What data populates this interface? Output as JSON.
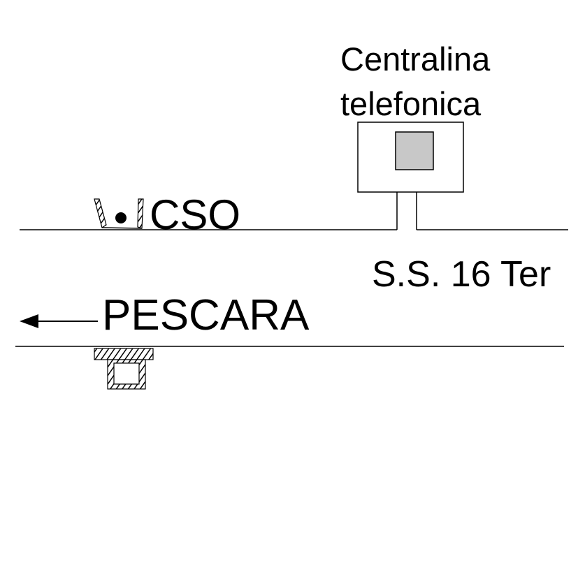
{
  "labels": {
    "exchange_line1": "Centralina",
    "exchange_line2": "telefonica",
    "cso": "CSO",
    "road": "S.S. 16 Ter",
    "direction": "PESCARA"
  },
  "colors": {
    "line": "#000000",
    "background": "#ffffff",
    "exchange_fill": "#c8c8c8"
  },
  "icons": {
    "cso_marker": "manhole-with-dot-icon",
    "culvert_marker": "culvert-box-icon",
    "direction_arrow": "arrow-left-icon"
  }
}
